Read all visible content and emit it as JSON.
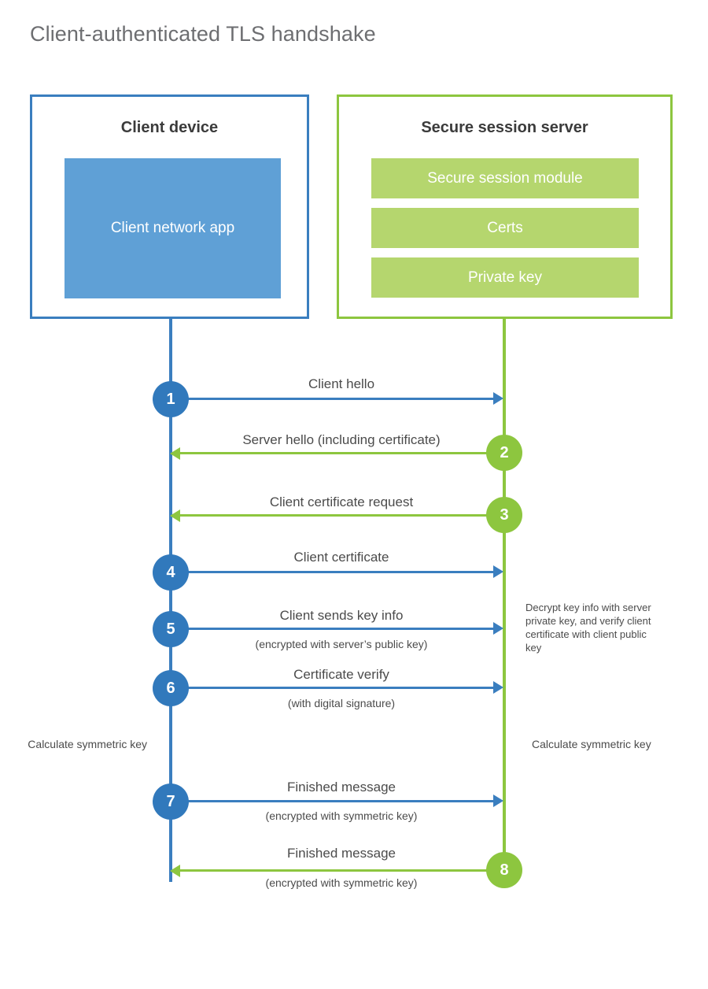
{
  "title": "Client-authenticated TLS handshake",
  "colors": {
    "client_accent": "#3a7ebf",
    "client_circle": "#3179bc",
    "client_app_fill": "#5fa0d6",
    "server_accent": "#8dc63f",
    "server_block_fill": "#b5d66e",
    "text": "#4b4b4b",
    "title_text": "#6d6e71",
    "background": "#ffffff"
  },
  "client": {
    "title": "Client device",
    "app_label": "Client network app"
  },
  "server": {
    "title": "Secure session server",
    "blocks": [
      "Secure session module",
      "Certs",
      "Private key"
    ]
  },
  "steps": [
    {
      "number": "1",
      "label": "Client hello",
      "sublabel": "",
      "direction": "client-to-server",
      "side": "client"
    },
    {
      "number": "2",
      "label": "Server hello (including certificate)",
      "sublabel": "",
      "direction": "server-to-client",
      "side": "server"
    },
    {
      "number": "3",
      "label": "Client certificate request",
      "sublabel": "",
      "direction": "server-to-client",
      "side": "server"
    },
    {
      "number": "4",
      "label": "Client certificate",
      "sublabel": "",
      "direction": "client-to-server",
      "side": "client"
    },
    {
      "number": "5",
      "label": "Client sends key info",
      "sublabel": "(encrypted with server’s public key)",
      "direction": "client-to-server",
      "side": "client"
    },
    {
      "number": "6",
      "label": "Certificate verify",
      "sublabel": "(with digital signature)",
      "direction": "client-to-server",
      "side": "client"
    },
    {
      "number": "7",
      "label": "Finished message",
      "sublabel": "(encrypted with symmetric key)",
      "direction": "client-to-server",
      "side": "client"
    },
    {
      "number": "8",
      "label": "Finished message",
      "sublabel": "(encrypted with symmetric key)",
      "direction": "server-to-client",
      "side": "server"
    }
  ],
  "notes": {
    "server_decrypt": "Decrypt key info with server private key, and verify client certificate with client public key",
    "client_calculate": "Calculate symmetric key",
    "server_calculate": "Calculate symmetric key"
  }
}
